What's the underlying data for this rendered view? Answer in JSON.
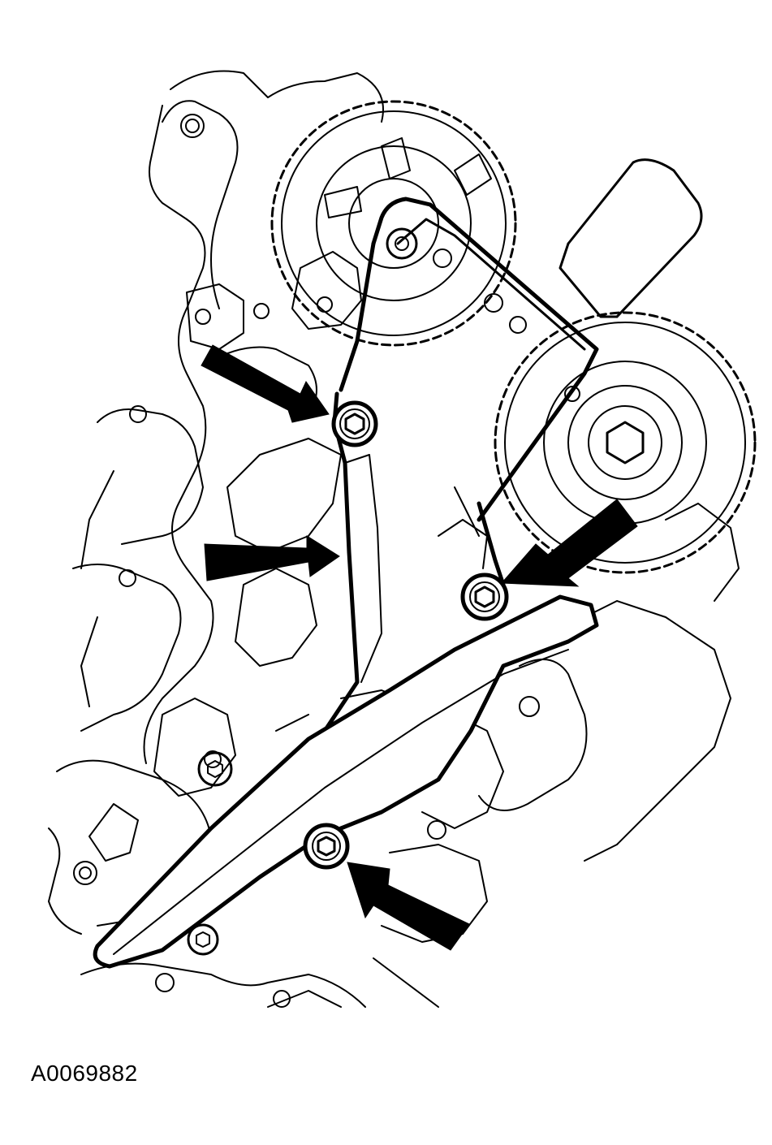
{
  "figure": {
    "id_label": "A0069882",
    "arrow_count": 4,
    "callout_arrows": [
      "arrow-upper-guide-bolt",
      "arrow-tensioner-arm",
      "arrow-tensioner-bolt",
      "arrow-lower-guide-bolt"
    ]
  }
}
